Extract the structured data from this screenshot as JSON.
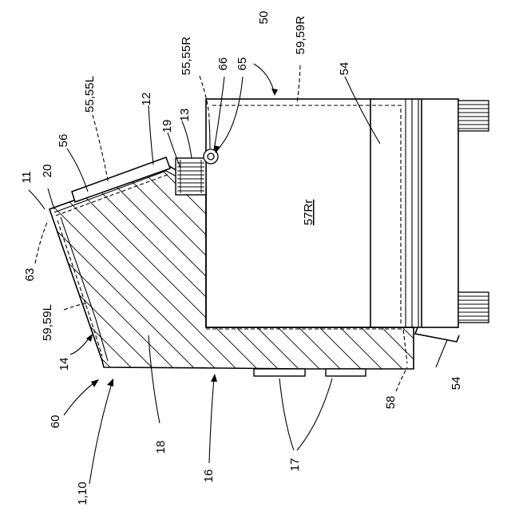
{
  "labels": {
    "l50": "50",
    "l55_55R": "55,55R",
    "l66": "66",
    "l65": "65",
    "l59_59R": "59,59R",
    "l54_top": "54",
    "l12": "12",
    "l55_55L": "55,55L",
    "l19": "19",
    "l13": "13",
    "l56": "56",
    "l11": "11",
    "l20": "20",
    "l57Rr": "57Rr",
    "l63": "63",
    "l59_59L": "59,59L",
    "l14": "14",
    "l60": "60",
    "l18": "18",
    "l1_10": "1,10",
    "l16": "16",
    "l17": "17",
    "l58": "58",
    "l54_bottom": "54"
  }
}
